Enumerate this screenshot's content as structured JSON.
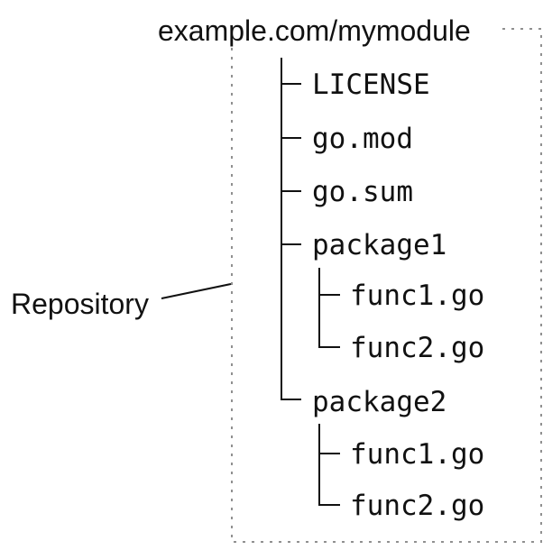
{
  "diagram": {
    "title": "example.com/mymodule",
    "callout": {
      "label": "Repository"
    },
    "tree": {
      "items": [
        {
          "label": "LICENSE"
        },
        {
          "label": "go.mod"
        },
        {
          "label": "go.sum"
        },
        {
          "label": "package1",
          "children": [
            {
              "label": "func1.go"
            },
            {
              "label": "func2.go"
            }
          ]
        },
        {
          "label": "package2",
          "children": [
            {
              "label": "func1.go"
            },
            {
              "label": "func2.go"
            }
          ]
        }
      ]
    },
    "colors": {
      "text": "#111111",
      "tree_line": "#111111",
      "boundary_dotted": "#909090",
      "background": "#ffffff"
    }
  }
}
